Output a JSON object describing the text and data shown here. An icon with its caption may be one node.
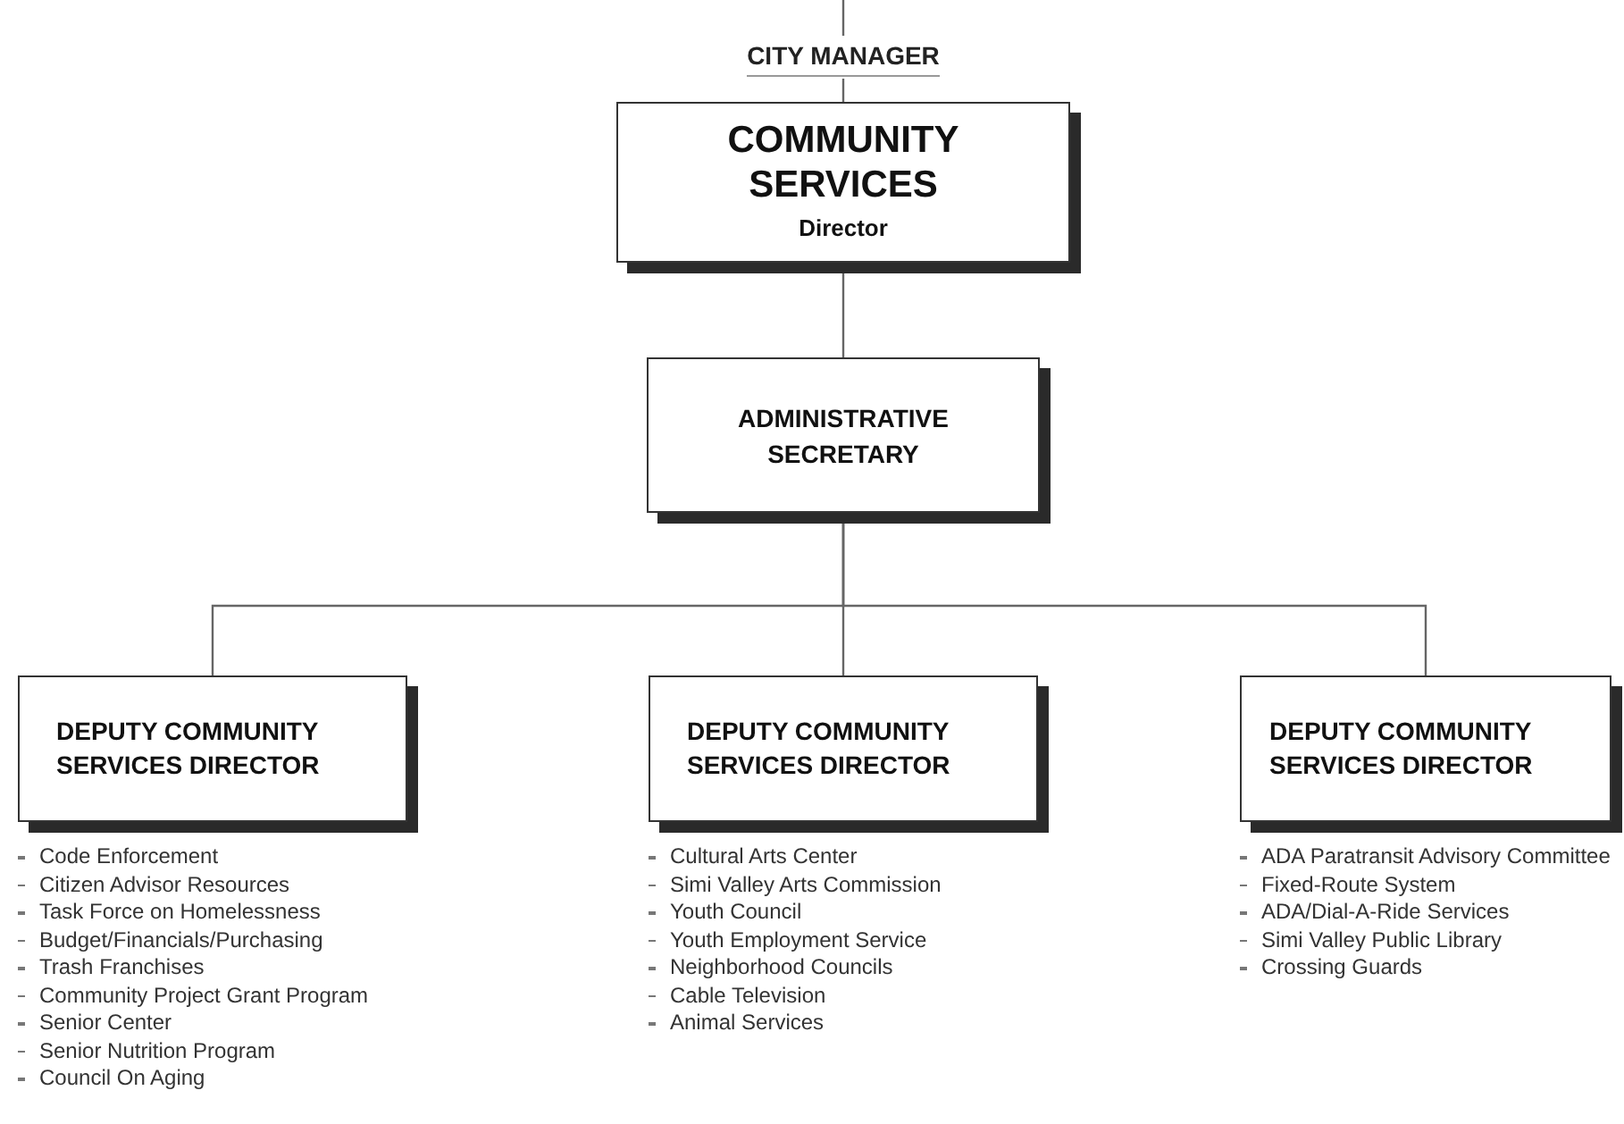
{
  "diagram": {
    "nodes": [
      {
        "text": [
          "CITY MANAGER"
        ]
      },
      {
        "text": [
          "COMMUNITY SERVICES",
          "Director"
        ]
      },
      {
        "text": [
          "ADMINISTRATIVE SECRETARY"
        ]
      },
      {
        "text": [
          "DEPUTY COMMUNITY SERVICES DIRECTOR"
        ],
        "beside": [
          "Code Enforcement",
          "Citizen Advisor Resources",
          "Task Force on Homelessness",
          "Budget/Financials/Purchasing",
          "Trash Franchises",
          "Community Project Grant Program",
          "Senior Center",
          "Senior Nutrition Program",
          "Council On Aging"
        ]
      },
      {
        "text": [
          "DEPUTY COMMUNITY SERVICES DIRECTOR"
        ],
        "beside": [
          "Cultural Arts Center",
          "Simi Valley Arts Commission",
          "Youth Council",
          "Youth Employment Service",
          "Neighborhood Councils",
          "Cable Television",
          "Animal Services"
        ]
      },
      {
        "text": [
          "DEPUTY COMMUNITY SERVICES DIRECTOR"
        ],
        "beside": [
          "ADA Paratransit Advisory Committee",
          "Fixed-Route System",
          "ADA/Dial-A-Ride Services",
          "Simi Valley Public Library",
          "Crossing Guards"
        ]
      }
    ],
    "edges": [
      {
        "from": null,
        "to": 0,
        "arrow": "none"
      },
      {
        "from": 0,
        "to": 1,
        "arrow": "none"
      },
      {
        "from": 1,
        "to": 2,
        "arrow": "none"
      },
      {
        "from": 2,
        "to": 3,
        "arrow": "none"
      },
      {
        "from": 2,
        "to": 4,
        "arrow": "none"
      },
      {
        "from": 2,
        "to": 5,
        "arrow": "none"
      }
    ]
  }
}
